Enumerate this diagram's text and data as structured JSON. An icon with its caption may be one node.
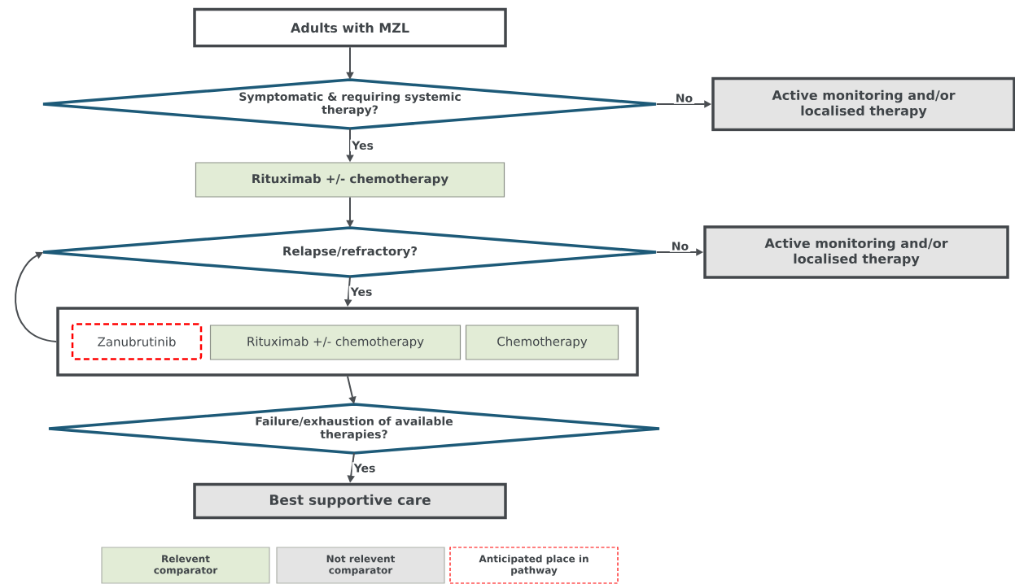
{
  "diagram": {
    "nodes": [
      {
        "text": [
          "Adults with MZL"
        ]
      },
      {
        "text": [
          "Symptomatic & requiring systemic therapy?"
        ]
      },
      {
        "text": [
          "Active monitoring and/or localised therapy"
        ]
      },
      {
        "text": [
          "Rituximab +/- chemotherapy"
        ]
      },
      {
        "text": [
          "Relapse/refractory?"
        ]
      },
      {
        "text": [
          "Active monitoring and/or localised therapy"
        ]
      },
      {
        "text": [],
        "shape": "box"
      },
      {
        "text": [
          "Zanubrutinib"
        ],
        "in": 6
      },
      {
        "text": [
          "Rituximab +/- chemotherapy"
        ],
        "in": 6
      },
      {
        "text": [
          "Chemotherapy"
        ],
        "in": 6
      },
      {
        "text": [
          "Failure/exhaustion of available therapies?"
        ]
      },
      {
        "text": [
          "Best supportive care"
        ]
      }
    ],
    "edges": [
      {
        "from": 0,
        "to": 1,
        "arrow": "to"
      },
      {
        "from": 1,
        "to": 2,
        "arrow": "to",
        "label": "No"
      },
      {
        "from": 1,
        "to": 3,
        "arrow": "to",
        "label": "Yes"
      },
      {
        "from": 3,
        "to": 4,
        "arrow": "to"
      },
      {
        "from": 4,
        "to": 5,
        "arrow": "to",
        "label": "No"
      },
      {
        "from": 4,
        "to": 6,
        "arrow": "to",
        "label": "Yes"
      },
      {
        "from": 6,
        "to": 4,
        "arrow": "to"
      },
      {
        "from": 6,
        "to": 10,
        "arrow": "to"
      },
      {
        "from": 10,
        "to": 11,
        "arrow": "to",
        "label": "Yes"
      }
    ],
    "legend": [
      {
        "text": "Relevent comparator",
        "color": "#e2ecd6"
      },
      {
        "text": "Not relevent comparator"
      },
      {
        "text": "Anticipated place in pathway"
      }
    ]
  }
}
